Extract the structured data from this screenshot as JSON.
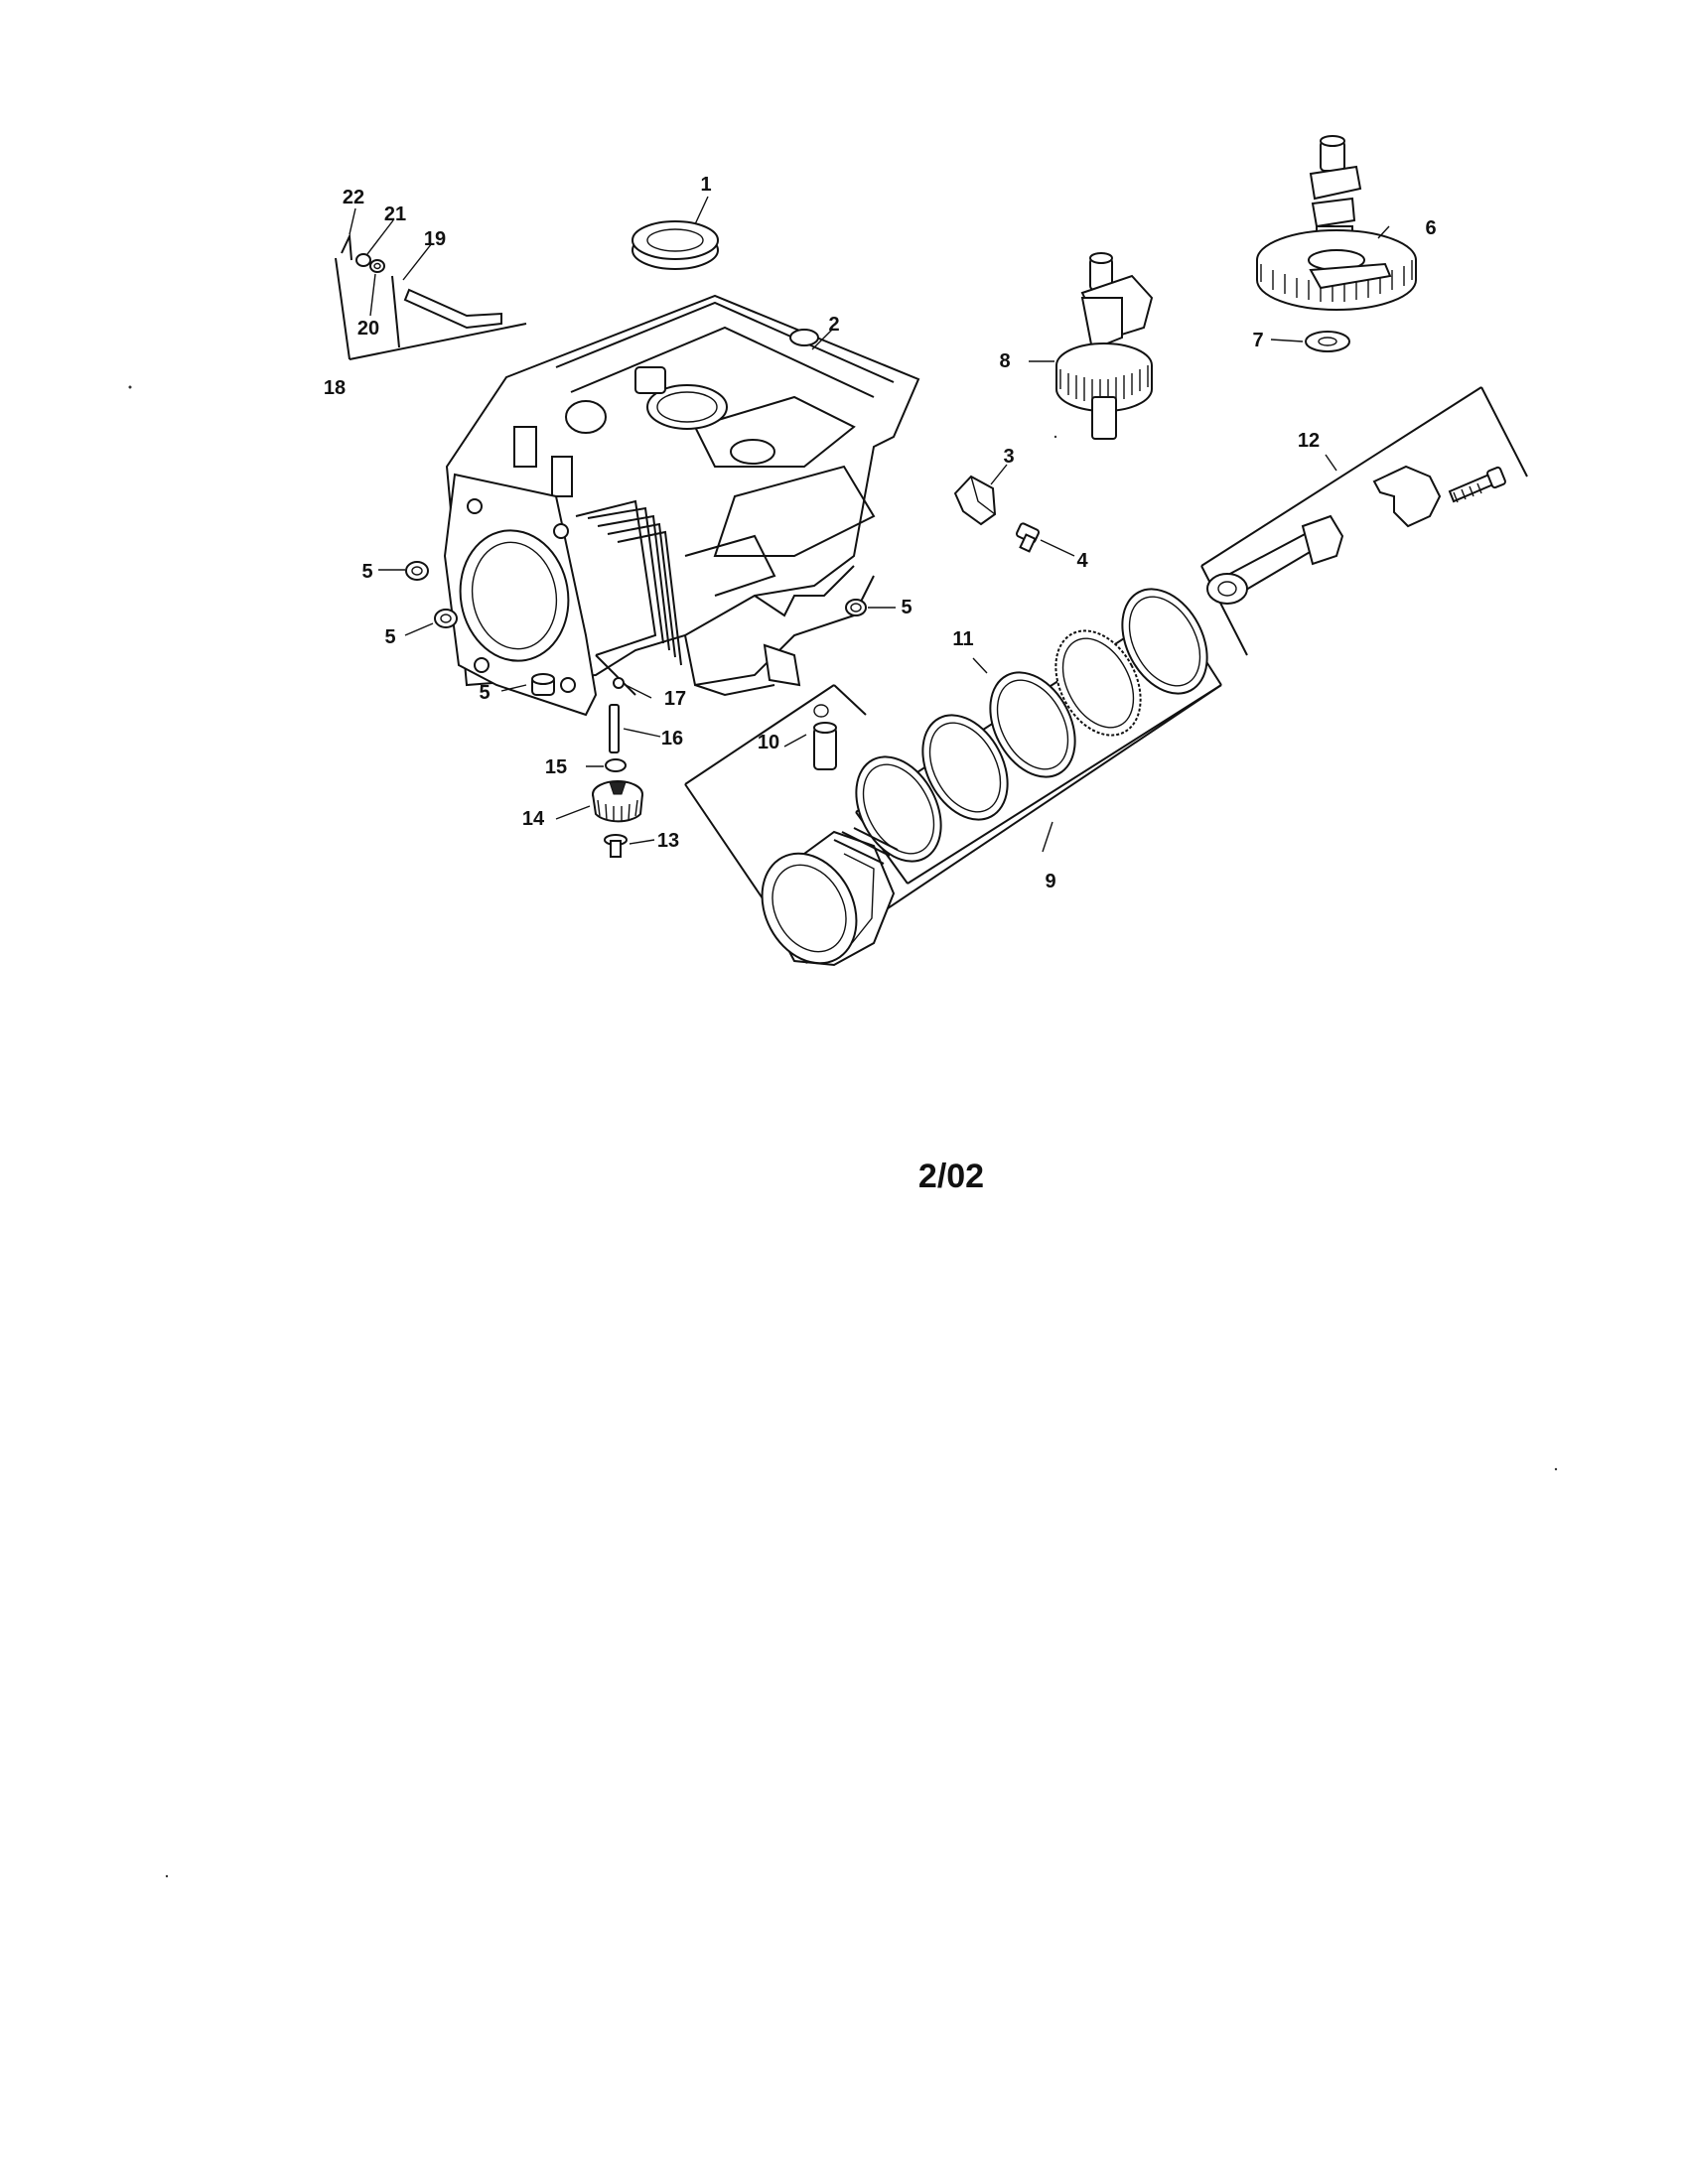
{
  "callouts": {
    "c1": "1",
    "c2": "2",
    "c3": "3",
    "c4": "4",
    "c5a": "5",
    "c5b": "5",
    "c5c": "5",
    "c5d": "5",
    "c6": "6",
    "c7": "7",
    "c8": "8",
    "c9": "9",
    "c10": "10",
    "c11": "11",
    "c12": "12",
    "c13": "13",
    "c14": "14",
    "c15": "15",
    "c16": "16",
    "c17": "17",
    "c18": "18",
    "c19": "19",
    "c20": "20",
    "c21": "21",
    "c22": "22"
  },
  "footer": {
    "date_code": "2/02"
  }
}
